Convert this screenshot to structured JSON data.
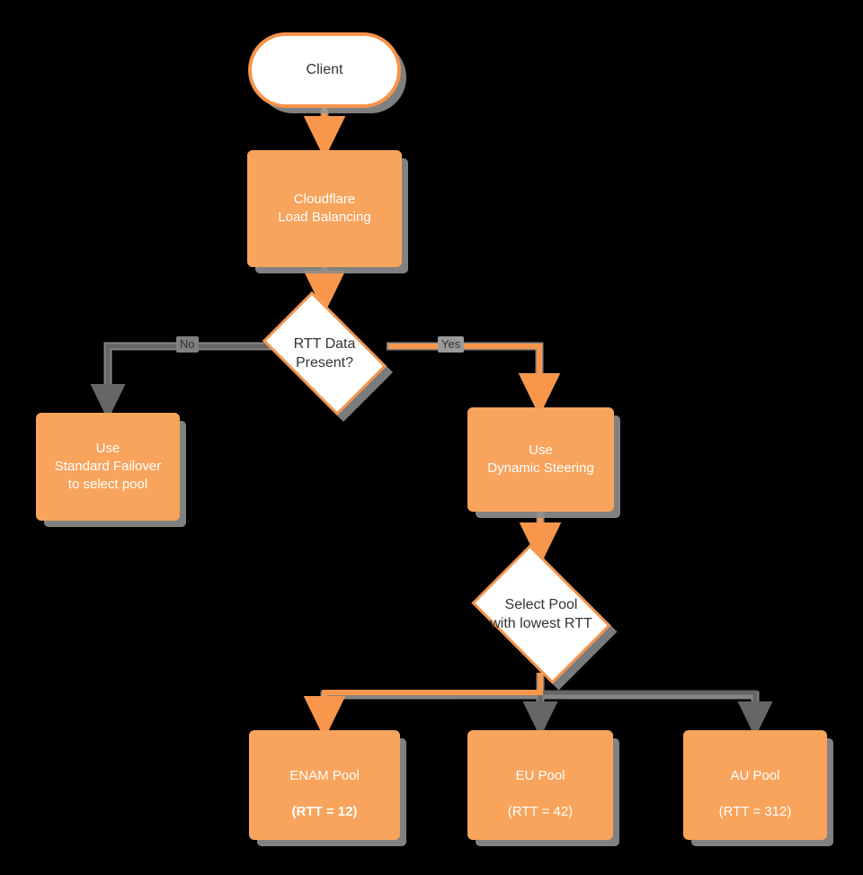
{
  "diagram": {
    "type": "flowchart",
    "title": "Cloudflare Load Balancing dynamic steering decision flow",
    "background_color": "#000000",
    "colors": {
      "node_fill": "#f8a45c",
      "node_stroke": "#f7934a",
      "node_text": "#ffffff",
      "white_node_fill": "#ffffff",
      "white_node_text": "#333333",
      "edge_default": "#666666",
      "edge_highlight": "#f8974c",
      "shadow": "#969696"
    },
    "nodes": [
      {
        "id": "client",
        "shape": "stadium",
        "label": "Client",
        "style": "white"
      },
      {
        "id": "lb",
        "shape": "rect",
        "label": "Cloudflare\nLoad Balancing",
        "style": "orange"
      },
      {
        "id": "rtt_check",
        "shape": "diamond",
        "label": "RTT Data\nPresent?",
        "style": "white"
      },
      {
        "id": "failover",
        "shape": "rect",
        "label": "Use\nStandard Failover\nto select pool",
        "style": "orange"
      },
      {
        "id": "dynamic",
        "shape": "rect",
        "label": "Use\nDynamic Steering",
        "style": "orange"
      },
      {
        "id": "select_pool",
        "shape": "diamond",
        "label": "Select Pool\nwith lowest RTT",
        "style": "white"
      },
      {
        "id": "enam",
        "shape": "rect",
        "label_line1": "ENAM Pool",
        "label_line2": "(RTT = 12)",
        "line2_bold": true,
        "style": "orange"
      },
      {
        "id": "eu",
        "shape": "rect",
        "label_line1": "EU Pool",
        "label_line2": "(RTT = 42)",
        "line2_bold": false,
        "style": "orange"
      },
      {
        "id": "au",
        "shape": "rect",
        "label_line1": "AU Pool",
        "label_line2": "(RTT = 312)",
        "line2_bold": false,
        "style": "orange"
      }
    ],
    "edges": [
      {
        "id": "e1",
        "from": "client",
        "to": "lb",
        "label": "",
        "highlighted": true
      },
      {
        "id": "e2",
        "from": "lb",
        "to": "rtt_check",
        "label": "",
        "highlighted": true
      },
      {
        "id": "e3",
        "from": "rtt_check",
        "to": "failover",
        "label": "No",
        "highlighted": false
      },
      {
        "id": "e4",
        "from": "rtt_check",
        "to": "dynamic",
        "label": "Yes",
        "highlighted": true
      },
      {
        "id": "e5",
        "from": "dynamic",
        "to": "select_pool",
        "label": "",
        "highlighted": true
      },
      {
        "id": "e6",
        "from": "select_pool",
        "to": "enam",
        "label": "",
        "highlighted": true
      },
      {
        "id": "e7",
        "from": "select_pool",
        "to": "eu",
        "label": "",
        "highlighted": false
      },
      {
        "id": "e8",
        "from": "select_pool",
        "to": "au",
        "label": "",
        "highlighted": false
      }
    ]
  }
}
